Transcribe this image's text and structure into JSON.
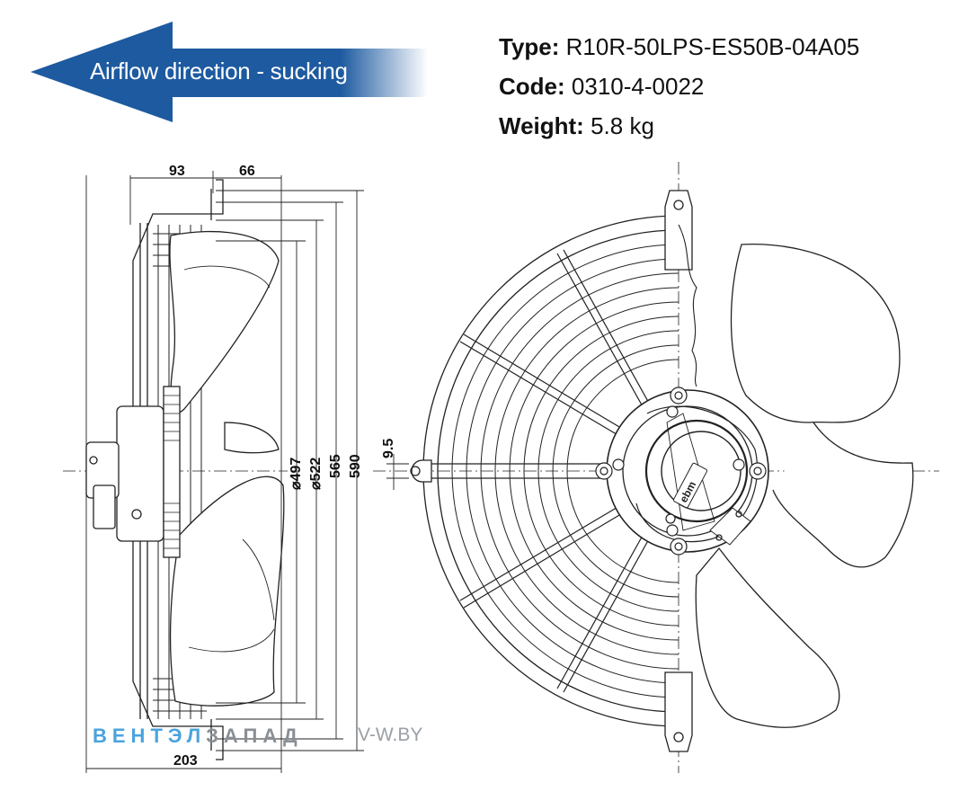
{
  "airflow": {
    "label": "Airflow direction - sucking"
  },
  "specs": {
    "type_key": "Type:",
    "type_value": "R10R-50LPS-ES50B-04A05",
    "code_key": "Code:",
    "code_value": "0310-4-0022",
    "weight_key": "Weight:",
    "weight_value": "5.8 kg"
  },
  "dimensions": {
    "depth_front": "93",
    "depth_rear": "66",
    "total_depth": "203",
    "d497": "⌀497",
    "d522": "⌀522",
    "h565": "565",
    "h590": "590",
    "hole": "9.5"
  },
  "watermark": {
    "part1": "ВЕНТЭЛ",
    "part2": "ЗАПАД",
    "url": "V-W.BY"
  },
  "colors": {
    "arrow": "#1d5aa0",
    "watermark_blue": "#4aa3dc",
    "watermark_gray": "#8a8f96"
  }
}
